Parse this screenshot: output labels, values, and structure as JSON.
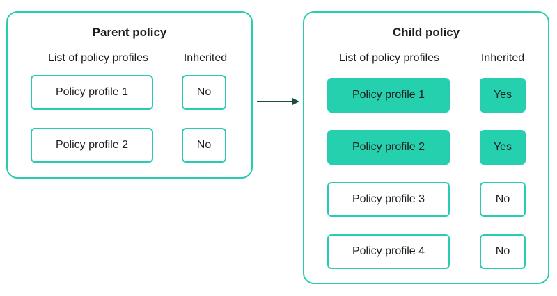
{
  "accent_color": "#29ccb1",
  "fill_color": "#24d0ae",
  "parent": {
    "title": "Parent policy",
    "col_profiles": "List of policy profiles",
    "col_inherited": "Inherited",
    "rows": [
      {
        "profile": "Policy profile 1",
        "inherited": "No"
      },
      {
        "profile": "Policy profile 2",
        "inherited": "No"
      }
    ]
  },
  "child": {
    "title": "Child policy",
    "col_profiles": "List of policy profiles",
    "col_inherited": "Inherited",
    "rows": [
      {
        "profile": "Policy profile 1",
        "inherited": "Yes"
      },
      {
        "profile": "Policy profile 2",
        "inherited": "Yes"
      },
      {
        "profile": "Policy profile 3",
        "inherited": "No"
      },
      {
        "profile": "Policy profile 4",
        "inherited": "No"
      }
    ]
  }
}
